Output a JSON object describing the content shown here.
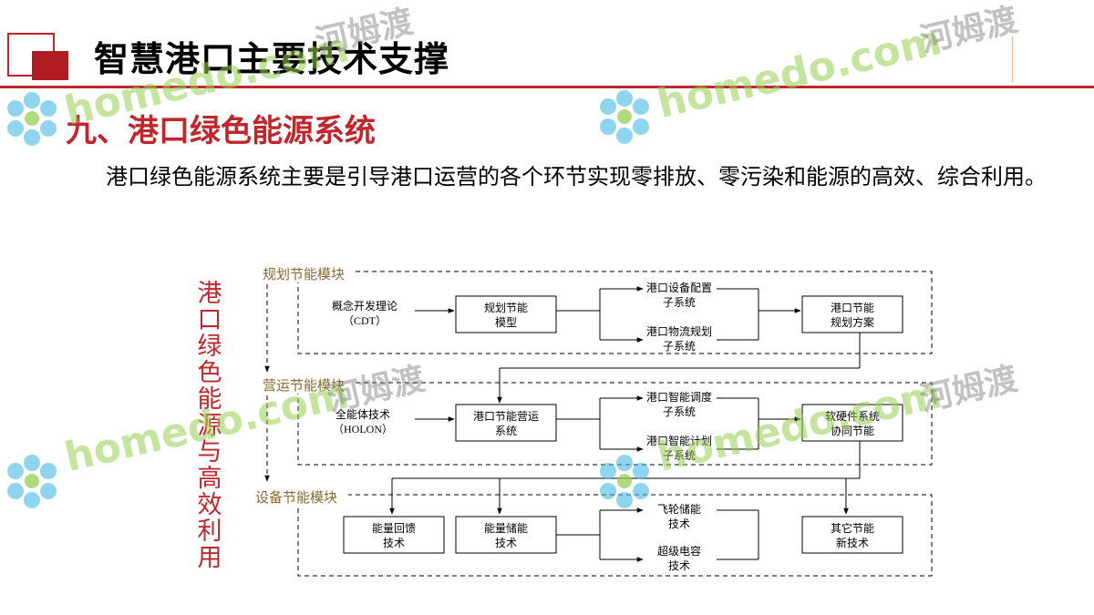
{
  "header": {
    "title": "智慧港口主要技术支撑"
  },
  "section": {
    "title": "九、港口绿色能源系统"
  },
  "intro": {
    "text": "港口绿色能源系统主要是引导港口运营的各个环节实现零排放、零污染和能源的高效、综合利用。"
  },
  "side_label": "港口绿色能源与高效利用",
  "diagram": {
    "modules": {
      "planning": "规划节能模块",
      "operation": "营运节能模块",
      "equipment": "设备节能模块"
    },
    "planning": {
      "input_l1": "概念开发理论",
      "input_l2": "（CDT）",
      "model_l1": "规划节能",
      "model_l2": "模型",
      "sub1_l1": "港口设备配置",
      "sub1_l2": "子系统",
      "sub2_l1": "港口物流规划",
      "sub2_l2": "子系统",
      "out_l1": "港口节能",
      "out_l2": "规划方案"
    },
    "operation": {
      "input_l1": "全能体技术",
      "input_l2": "（HOLON）",
      "model_l1": "港口节能营运",
      "model_l2": "系统",
      "sub1_l1": "港口智能调度",
      "sub1_l2": "子系统",
      "sub2_l1": "港口智能计划",
      "sub2_l2": "子系统",
      "out_l1": "软硬件系统",
      "out_l2": "协同节能"
    },
    "equipment": {
      "box1_l1": "能量回馈",
      "box1_l2": "技术",
      "box2_l1": "能量储能",
      "box2_l2": "技术",
      "sub1_l1": "飞轮储能",
      "sub1_l2": "技术",
      "sub2_l1": "超级电容",
      "sub2_l2": "技术",
      "box3_l1": "其它节能",
      "box3_l2": "新技术"
    }
  },
  "watermarks": {
    "latin": "homedo.com",
    "cn": "河姆渡"
  }
}
